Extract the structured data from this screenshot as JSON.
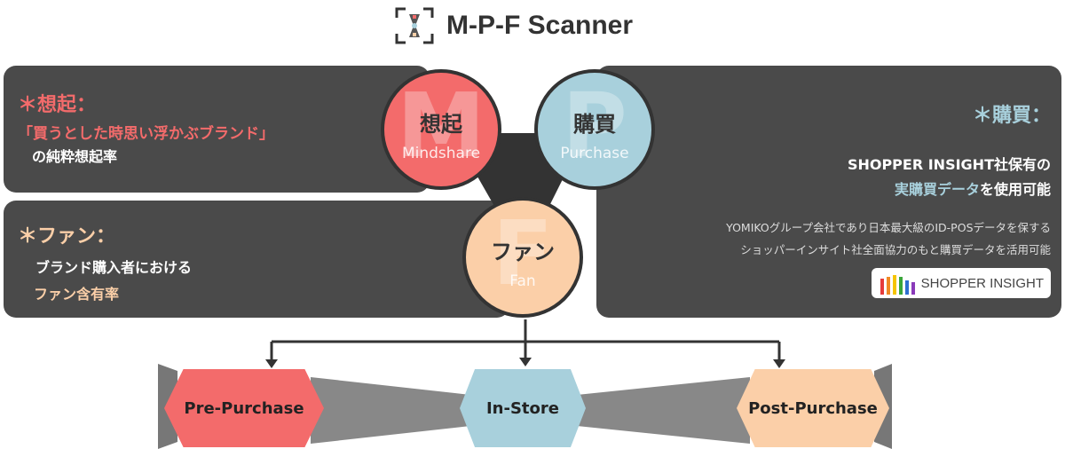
{
  "header": {
    "title": "M-P-F Scanner",
    "logo": "scanner-logo-icon"
  },
  "mindshare": {
    "heading": "＊想起：",
    "quote": "「買うとした時思い浮かぶブランド」",
    "line": "の純粋想起率",
    "circle_jp": "想起",
    "circle_en": "Mindshare",
    "letter": "M"
  },
  "purchase": {
    "heading": "＊購買：",
    "line1": "SHOPPER INSIGHT社保有の",
    "line2_accent": "実購買データ",
    "line2_rest": "を使用可能",
    "note1": "YOMIKOグループ会社であり日本最大級のID-POSデータを保する",
    "note2": "ショッパーインサイト社全面協力のもと購買データを活用可能",
    "logo_text": "SHOPPER INSIGHT",
    "circle_jp": "購買",
    "circle_en": "Purchase",
    "letter": "P"
  },
  "fan": {
    "heading": "＊ファン：",
    "line1": "ブランド購入者における",
    "line2": "ファン含有率",
    "circle_jp": "ファン",
    "circle_en": "Fan",
    "letter": "F"
  },
  "stages": [
    "Pre-Purchase",
    "In-Store",
    "Post-Purchase"
  ],
  "colors": {
    "red": "#f36b6b",
    "blue": "#a8d0dc",
    "peach": "#fbcfa8",
    "dark": "#4a4a4a"
  }
}
